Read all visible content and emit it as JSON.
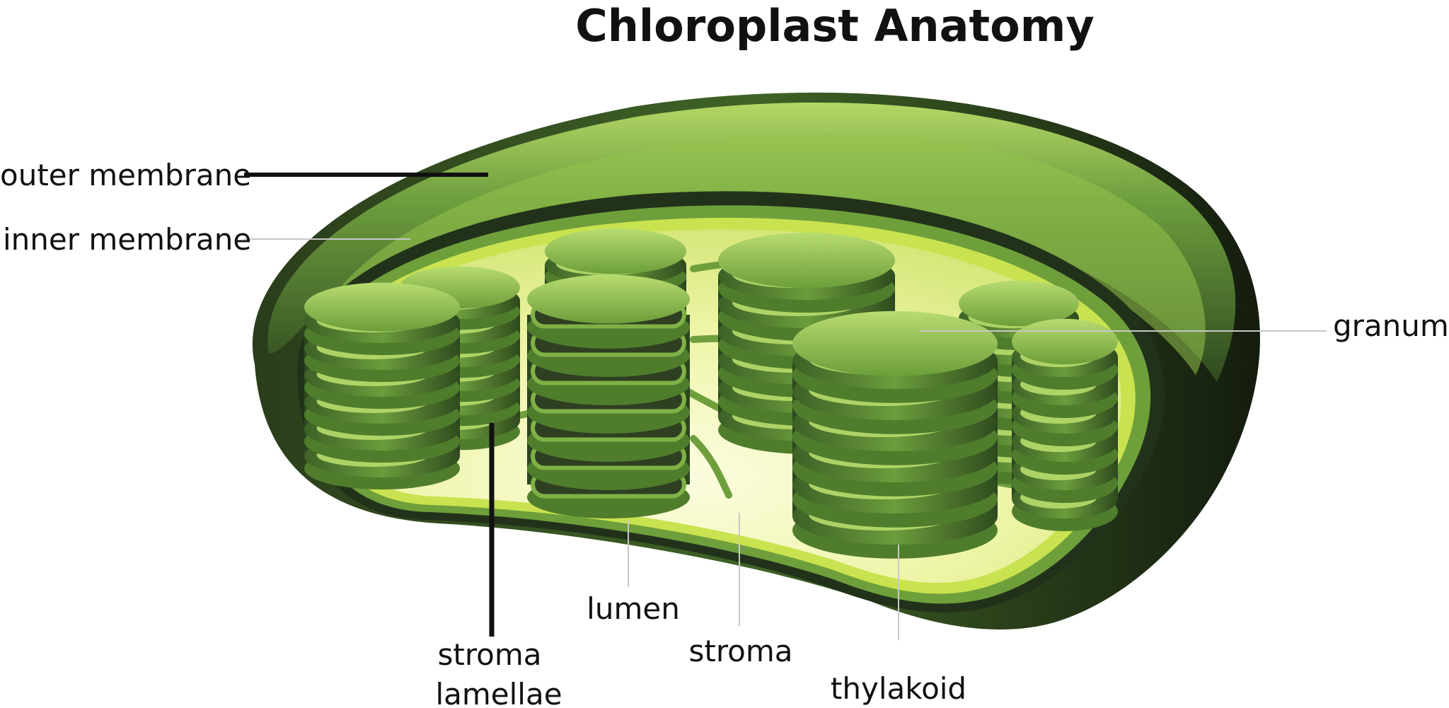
{
  "title": "Chloroplast Anatomy",
  "labels": {
    "outer_membrane": "outer membrane",
    "inner_membrane": "inner membrane",
    "granum": "granum",
    "lumen": "lumen",
    "stroma": "stroma",
    "thylakoid": "thylakoid",
    "stroma_lamellae_line1": "stroma",
    "stroma_lamellae_line2": "lamellae"
  },
  "colors": {
    "outer_dark": "#1c2815",
    "outer_shell": "#5f9137",
    "outer_highlight": "#9cc950",
    "inner_rim": "#c8e04e",
    "stroma_fill": "#f1f5b8",
    "disc_top": "#8fbe48",
    "disc_dark": "#2f4a1f",
    "disc_lip": "#b2d666",
    "leader_dark": "#111111",
    "leader_light": "#c8c8c8"
  }
}
